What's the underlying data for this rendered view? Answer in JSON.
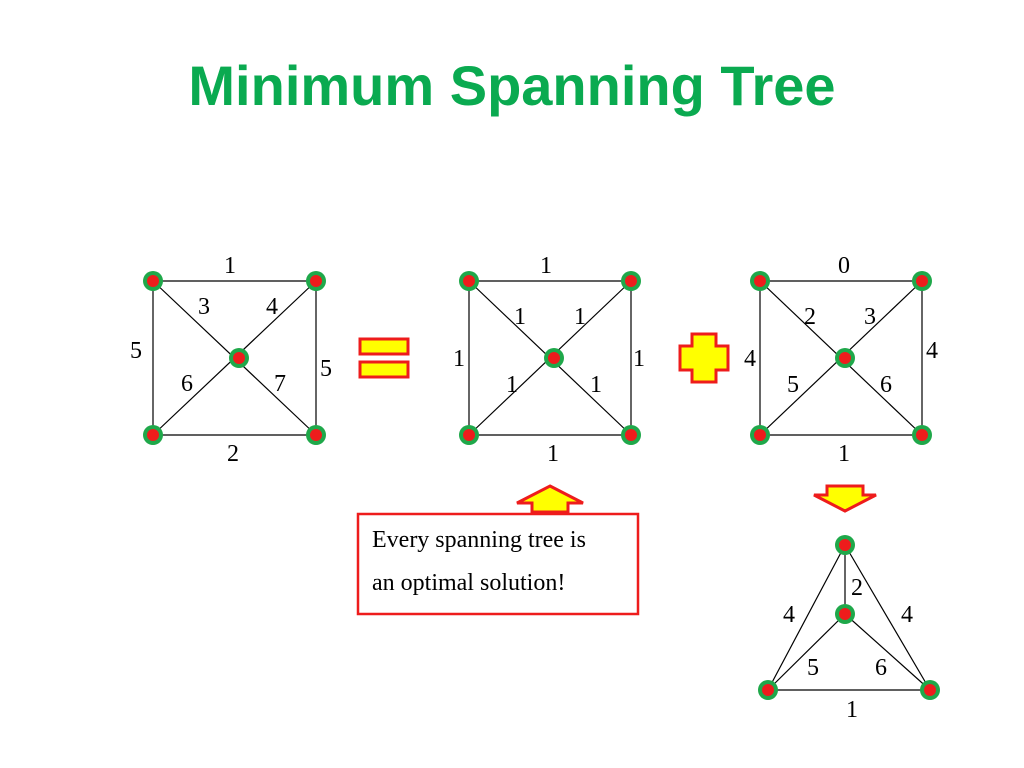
{
  "title": "Minimum Spanning Tree",
  "colors": {
    "title": "#0aaa50",
    "node_fill": "#ee1c1c",
    "node_ring": "#1fa84a",
    "symbol_fill": "#ffff00",
    "symbol_stroke": "#ee1c1c"
  },
  "symbols": {
    "equals": "equals-sign",
    "plus": "plus-sign",
    "arrow_up": "up-arrow",
    "arrow_down": "down-arrow"
  },
  "graph_original": {
    "weights": {
      "top": "1",
      "left": "5",
      "right": "5",
      "bottom": "2",
      "tl_center": "3",
      "tr_center": "4",
      "bl_center": "6",
      "br_center": "7"
    }
  },
  "graph_unit": {
    "weights": {
      "top": "1",
      "left": "1",
      "right": "1",
      "bottom": "1",
      "tl_center": "1",
      "tr_center": "1",
      "bl_center": "1",
      "br_center": "1"
    }
  },
  "graph_residual": {
    "weights": {
      "top": "0",
      "left": "4",
      "right": "4",
      "bottom": "1",
      "tl_center": "2",
      "tr_center": "3",
      "bl_center": "5",
      "br_center": "6"
    }
  },
  "graph_triangle": {
    "weights": {
      "top_center": "2",
      "left_top": "4",
      "right_top": "4",
      "center_left": "5",
      "center_right": "6",
      "bottom": "1"
    }
  },
  "note": {
    "line1": "Every spanning tree is",
    "line2": "an optimal solution!"
  }
}
